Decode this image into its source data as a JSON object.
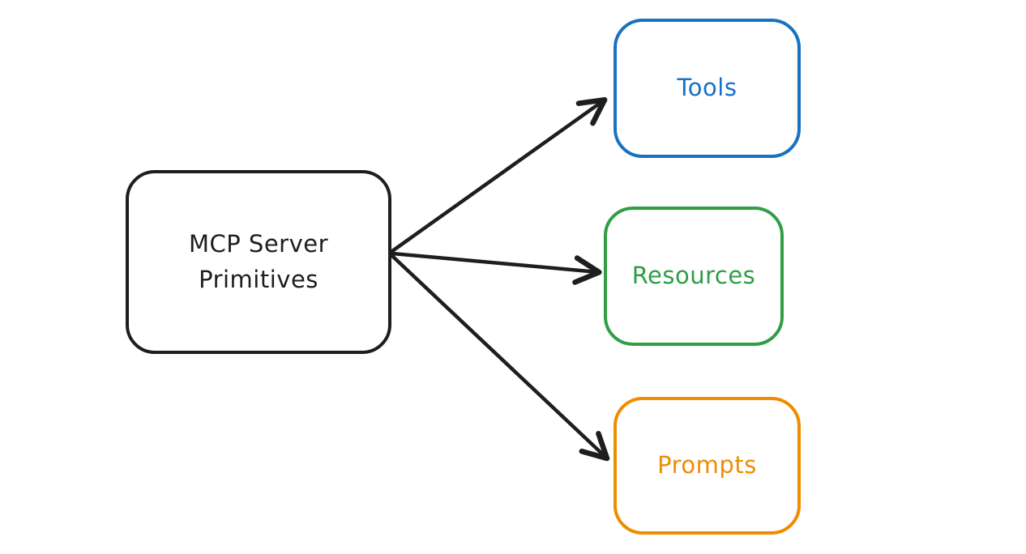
{
  "diagram": {
    "background_color": "#ffffff",
    "nodes": [
      {
        "id": "mcp-server-primitives",
        "label": "MCP Server Primitives",
        "color": "#1e1e1e",
        "fill": "#ffffff"
      },
      {
        "id": "tools",
        "label": "Tools",
        "color": "#1971c2",
        "fill": "#ffffff"
      },
      {
        "id": "resources",
        "label": "Resources",
        "color": "#2f9e44",
        "fill": "#ffffff"
      },
      {
        "id": "prompts",
        "label": "Prompts",
        "color": "#f08c00",
        "fill": "#ffffff"
      }
    ],
    "edges": [
      {
        "from": "MCP Server Primitives",
        "to": "Tools"
      },
      {
        "from": "MCP Server Primitives",
        "to": "Resources"
      },
      {
        "from": "MCP Server Primitives",
        "to": "Prompts"
      }
    ],
    "edge_color": "#1e1e1e",
    "edge_style": "straight-arrow"
  }
}
